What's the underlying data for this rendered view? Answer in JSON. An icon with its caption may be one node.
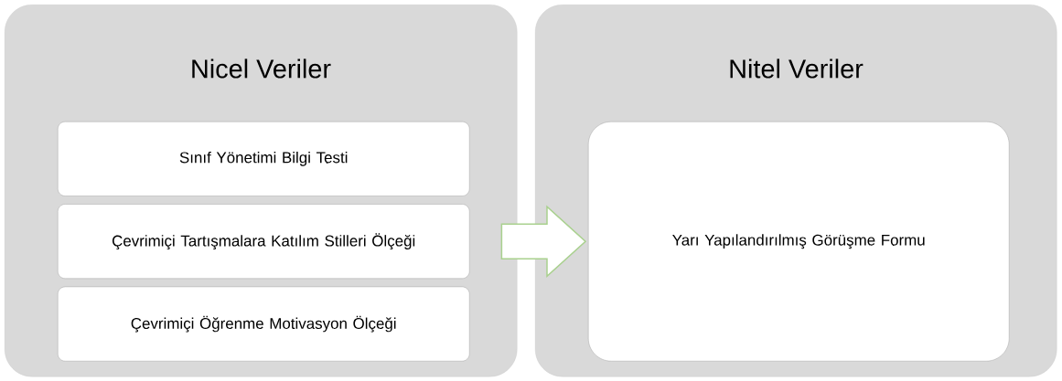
{
  "diagram": {
    "nodes": [
      {
        "text": [
          "Nicel Veriler"
        ]
      },
      {
        "text": [
          "Sınıf Yönetimi Bilgi Testi"
        ],
        "in": 0
      },
      {
        "text": [
          "Çevrimiçi Tartışmalara Katılım Stilleri Ölçeği"
        ],
        "in": 0
      },
      {
        "text": [
          "Çevrimiçi Öğrenme Motivasyon Ölçeği"
        ],
        "in": 0
      },
      {
        "text": [
          "Nitel Veriler"
        ]
      },
      {
        "text": [
          "Yarı Yapılandırılmış Görüşme Formu"
        ],
        "in": 4
      }
    ],
    "edges": [
      {
        "from": 0,
        "to": 4,
        "arrow": "to",
        "color": "#a9d18e"
      }
    ]
  }
}
